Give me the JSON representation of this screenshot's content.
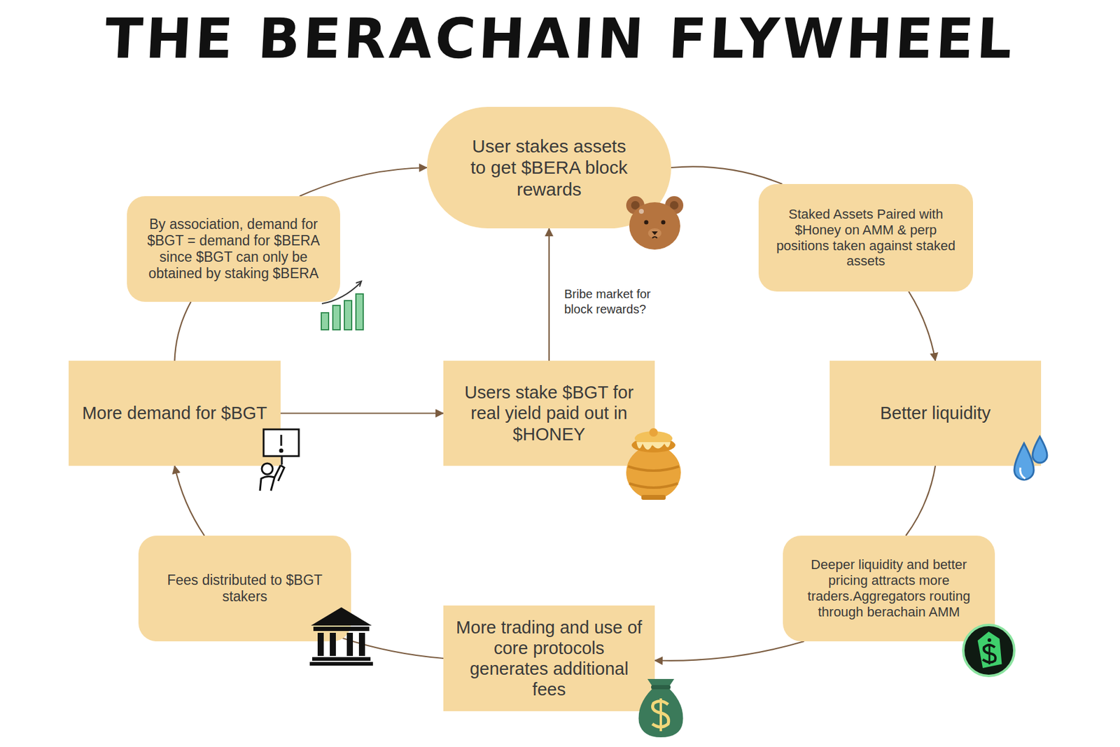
{
  "diagram": {
    "title": "THE BERACHAIN FLYWHEEL",
    "nodes": [
      {
        "text": [
          "User stakes assets to get $BERA block rewards"
        ]
      },
      {
        "text": [
          "By association, demand for $BGT = demand for $BERA since $BGT can only be obtained by staking $BERA"
        ]
      },
      {
        "text": [
          "Staked Assets Paired with $Honey on AMM & perp positions taken against staked assets"
        ]
      },
      {
        "text": [
          "More demand for $BGT"
        ]
      },
      {
        "text": [
          "Users stake $BGT for real yield paid out in $HONEY"
        ]
      },
      {
        "text": [
          "Better liquidity"
        ]
      },
      {
        "text": [
          "Fees distributed to $BGT stakers"
        ]
      },
      {
        "text": [
          "More trading and use of core protocols generates additional fees"
        ]
      },
      {
        "text": [
          "Deeper liquidity and better pricing attracts more traders.Aggregators routing through berachain AMM"
        ]
      }
    ],
    "edges": [
      {
        "from": 0,
        "to": 2,
        "arrow": "none"
      },
      {
        "from": 2,
        "to": 5,
        "arrow": "to"
      },
      {
        "from": 5,
        "to": 8,
        "arrow": "none"
      },
      {
        "from": 8,
        "to": 7,
        "arrow": "to"
      },
      {
        "from": 7,
        "to": 6,
        "arrow": "none"
      },
      {
        "from": 6,
        "to": 3,
        "arrow": "to"
      },
      {
        "from": 3,
        "to": 1,
        "arrow": "none"
      },
      {
        "from": 1,
        "to": 0,
        "arrow": "to"
      },
      {
        "from": 3,
        "to": 4,
        "arrow": "to"
      },
      {
        "from": 4,
        "to": 0,
        "label": "Bribe market for block rewards?",
        "arrow": "to"
      }
    ]
  }
}
